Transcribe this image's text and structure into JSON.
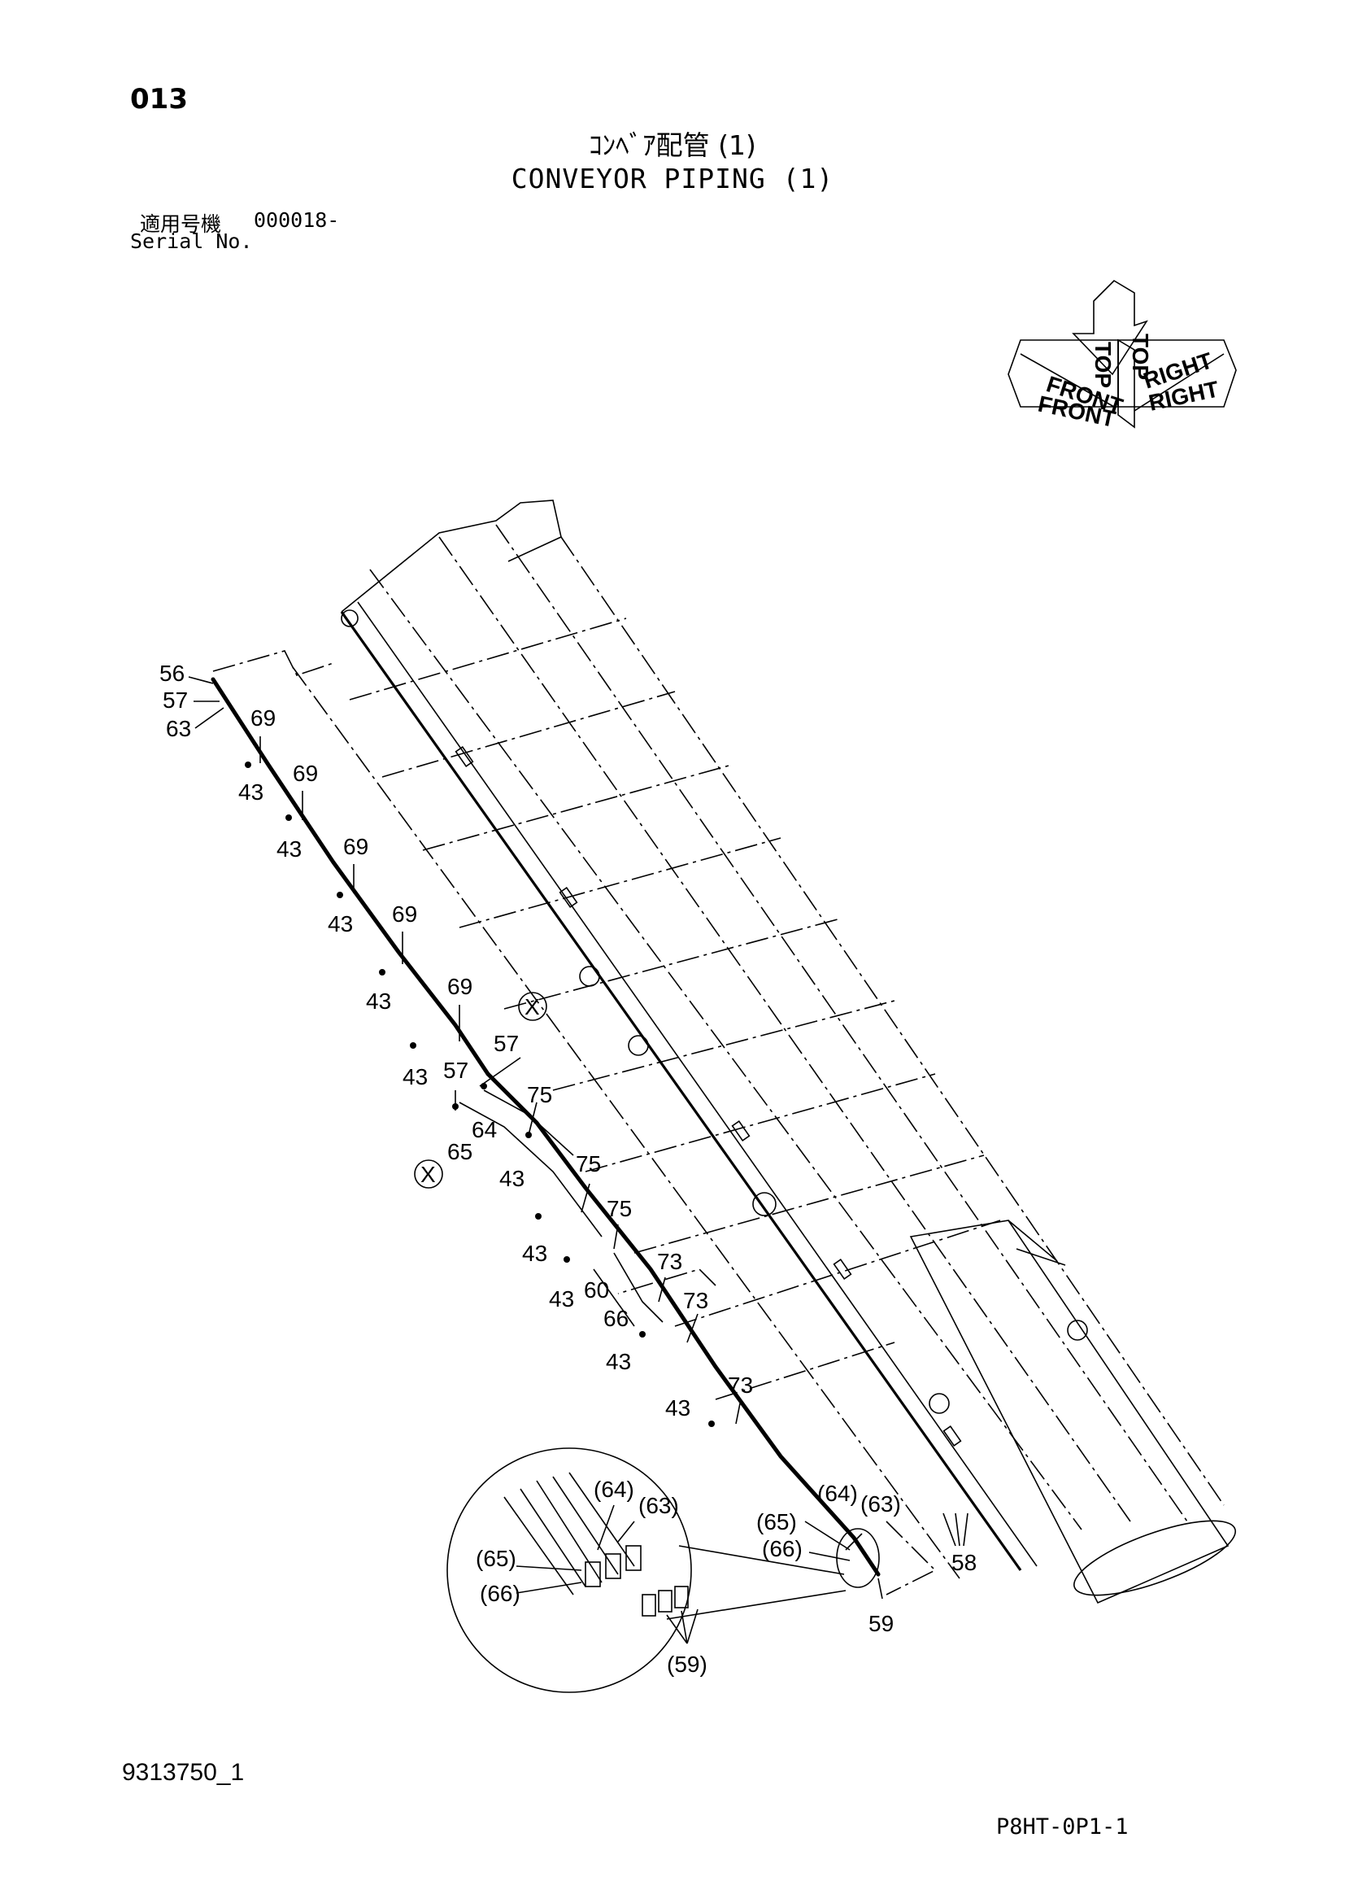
{
  "header": {
    "page_number": "013",
    "title_jp": "ｺﾝﾍﾞｱ配管 (1)",
    "title_en": "CONVEYOR PIPING (1)",
    "serial_label_jp": "適用号機",
    "serial_range": "000018-",
    "serial_label_en": "Serial No."
  },
  "orientation": {
    "top": "TOP",
    "front": "FRONT",
    "right": "RIGHT"
  },
  "callouts": {
    "c56": "56",
    "c57": "57",
    "c63": "63",
    "c69": "69",
    "c43": "43",
    "c64": "64",
    "c65": "65",
    "c75": "75",
    "c60": "60",
    "c66": "66",
    "c73": "73",
    "c58": "58",
    "c59": "59",
    "x_mark": "X",
    "p64": "(64)",
    "p63": "(63)",
    "p65": "(65)",
    "p66": "(66)",
    "p59": "(59)"
  },
  "footer": {
    "drawing_number": "9313750_1",
    "sheet_id": "P8HT-0P1-1"
  }
}
